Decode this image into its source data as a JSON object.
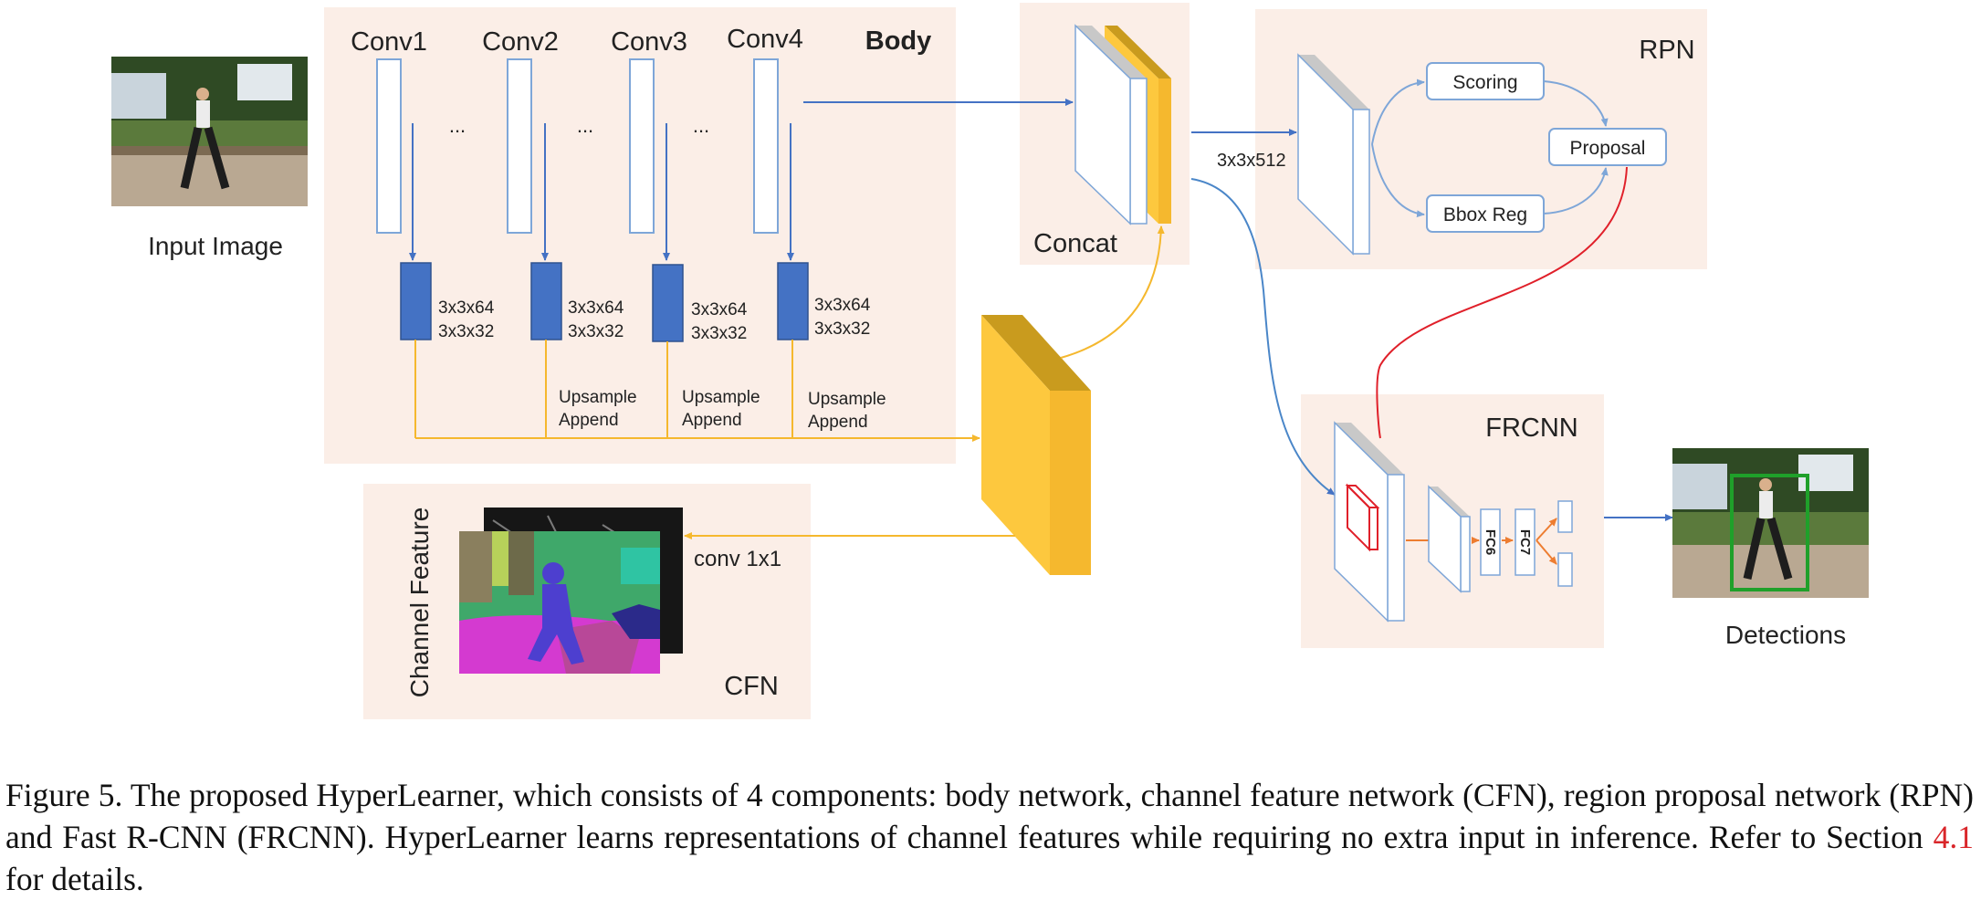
{
  "diagram": {
    "input_label": "Input Image",
    "body": {
      "title": "Body",
      "convs": [
        "Conv1",
        "Conv2",
        "Conv3",
        "Conv4"
      ],
      "ellipsis": "...",
      "small_layer_a": "3x3x64",
      "small_layer_b": "3x3x32",
      "upsample": "Upsample",
      "append": "Append"
    },
    "concat_label": "Concat",
    "rpn": {
      "title": "RPN",
      "input_dim": "3x3x512",
      "scoring": "Scoring",
      "bbox_reg": "Bbox Reg",
      "proposal": "Proposal"
    },
    "frcnn": {
      "title": "FRCNN",
      "fc6": "FC6",
      "fc7": "FC7"
    },
    "cfn": {
      "title": "CFN",
      "side_label": "Channel Feature",
      "conv_label": "conv 1x1"
    },
    "detections_label": "Detections",
    "colors": {
      "panel": "#fbeee7",
      "blue": "#4472c4",
      "light_blue": "#7ea6d8",
      "gold": "#f5b82e",
      "red": "#e0202a",
      "orange": "#ed7d31",
      "green": "#1fa02a"
    }
  },
  "caption": {
    "prefix": "Figure 5. The proposed HyperLearner, which consists of 4 components: body network, channel feature network (CFN), region proposal network (RPN) and Fast R-CNN (FRCNN). HyperLearner learns representations of channel features while requiring no extra input in inference. Refer to Section ",
    "ref": "4.1",
    "suffix": " for details."
  }
}
